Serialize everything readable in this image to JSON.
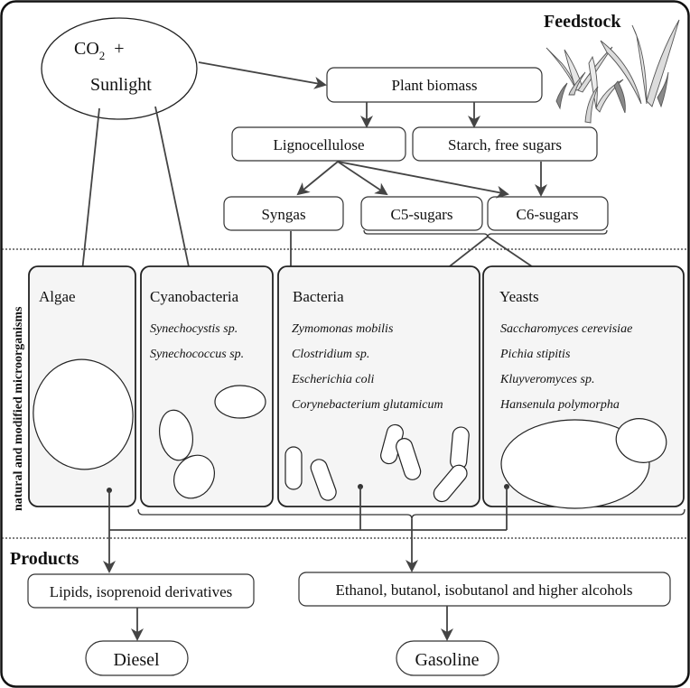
{
  "diagram": {
    "sections": {
      "feedstock": "Feedstock",
      "microorganisms": "natural and modified microorganisms",
      "products": "Products"
    },
    "source": {
      "line1_base": "CO",
      "line1_sub": "2",
      "line1_suffix": "+",
      "line2": "Sunlight"
    },
    "feedstock_nodes": {
      "plant_biomass": "Plant biomass",
      "lignocellulose": "Lignocellulose",
      "starch": "Starch, free sugars",
      "syngas": "Syngas",
      "c5": "C5-sugars",
      "c6": "C6-sugars"
    },
    "organisms": [
      {
        "name": "Algae",
        "species": []
      },
      {
        "name": "Cyanobacteria",
        "species": [
          "Synechocystis sp.",
          "Synechococcus sp."
        ]
      },
      {
        "name": "Bacteria",
        "species": [
          "Zymomonas mobilis",
          "Clostridium sp.",
          "Escherichia coli",
          "Corynebacterium glutamicum"
        ]
      },
      {
        "name": "Yeasts",
        "species": [
          "Saccharomyces cerevisiae",
          "Pichia stipitis",
          "Kluyveromyces sp.",
          "Hansenula polymorpha"
        ]
      }
    ],
    "products": {
      "lipids": "Lipids, isoprenoid derivatives",
      "alcohols": "Ethanol, butanol, isobutanol and higher alcohols",
      "diesel": "Diesel",
      "gasoline": "Gasoline"
    },
    "colors": {
      "line": "#444444",
      "organism_fill": "#f5f5f5",
      "grass_light": "#dcdcdc",
      "grass_dark": "#8a8a8a"
    }
  }
}
